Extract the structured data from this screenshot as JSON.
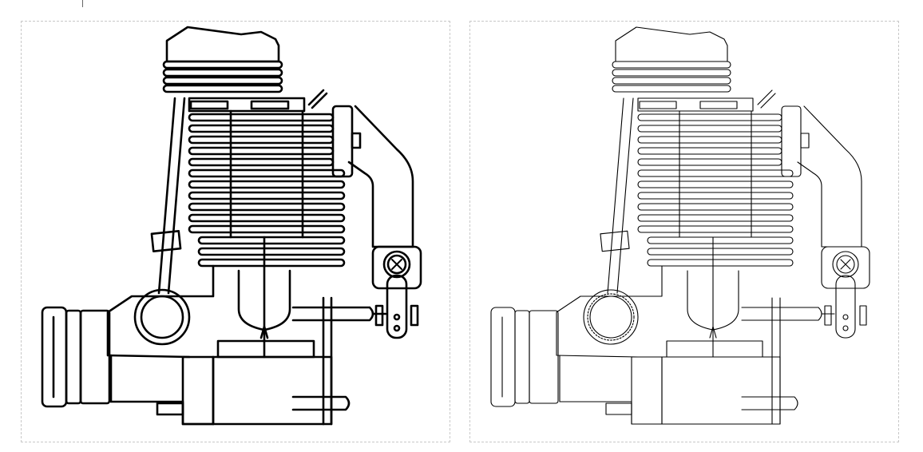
{
  "panels": [
    {
      "id": "bold",
      "style": "bold-outline"
    },
    {
      "id": "thin",
      "style": "thin-outline"
    }
  ],
  "colors": {
    "line": "#000000",
    "panel_border": "#c8c8c8",
    "background": "#ffffff"
  }
}
